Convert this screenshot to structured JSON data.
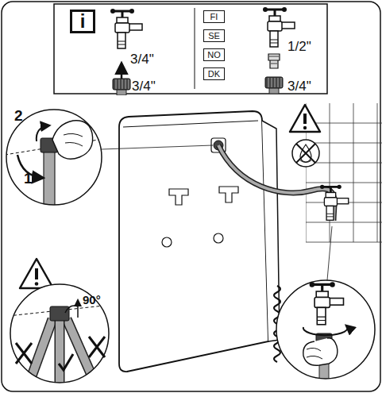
{
  "diagram": {
    "nodes": [
      {
        "text": [
          "i"
        ]
      },
      {
        "text": [
          "FI"
        ]
      },
      {
        "text": [
          "SE"
        ]
      },
      {
        "text": [
          "NO"
        ]
      },
      {
        "text": [
          "DK"
        ]
      }
    ],
    "labels": [
      "3/4\"",
      "3/4\"",
      "1/2\"",
      "3/4\"",
      "2",
      "1",
      "90°"
    ]
  }
}
